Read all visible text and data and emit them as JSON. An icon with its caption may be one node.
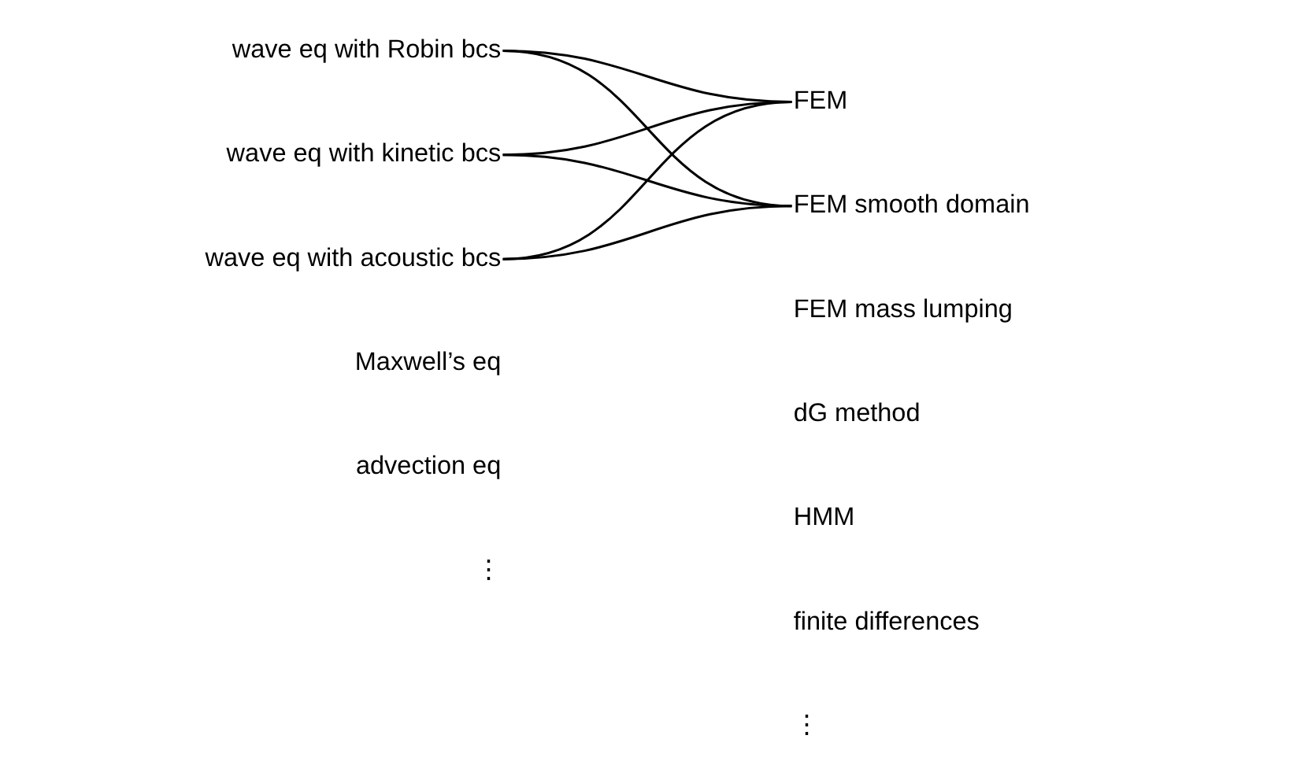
{
  "diagram": {
    "nodes": [
      {
        "text": [
          "wave eq with Robin bcs"
        ]
      },
      {
        "text": [
          "wave eq with kinetic bcs"
        ]
      },
      {
        "text": [
          "wave eq with acoustic bcs"
        ]
      },
      {
        "text": [
          "Maxwell’s eq"
        ]
      },
      {
        "text": [
          "advection eq"
        ]
      },
      {
        "text": [
          "⋮"
        ]
      },
      {
        "text": [
          "FEM"
        ]
      },
      {
        "text": [
          "FEM smooth domain"
        ]
      },
      {
        "text": [
          "FEM mass lumping"
        ]
      },
      {
        "text": [
          "dG method"
        ]
      },
      {
        "text": [
          "HMM"
        ]
      },
      {
        "text": [
          "finite differences"
        ]
      },
      {
        "text": [
          "⋮"
        ]
      }
    ],
    "edges": [
      {
        "from": 0,
        "to": 6,
        "arrow": "none"
      },
      {
        "from": 0,
        "to": 7,
        "arrow": "none"
      },
      {
        "from": 1,
        "to": 6,
        "arrow": "none"
      },
      {
        "from": 1,
        "to": 7,
        "arrow": "none"
      },
      {
        "from": 2,
        "to": 6,
        "arrow": "none"
      },
      {
        "from": 2,
        "to": 7,
        "arrow": "none"
      }
    ]
  }
}
